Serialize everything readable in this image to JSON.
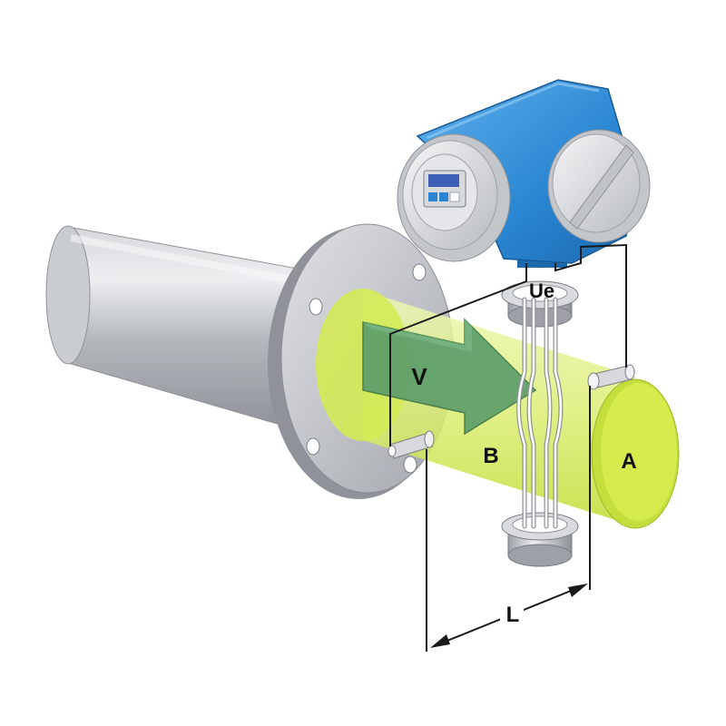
{
  "labels": {
    "velocity": "V",
    "voltage": "Ue",
    "magnetic_field": "B",
    "area": "A",
    "length": "L"
  },
  "colors": {
    "pipe_gray": "#a9adb2",
    "measuring_tube_yellow": "#d6ec4c",
    "flow_arrow_green": "#5e9e6a",
    "transmitter_blue": "#2a86d2",
    "wire_black": "#1a1a1a"
  },
  "icons": {
    "transmitter_display": "display-screen-icon",
    "flow_arrow": "flow-arrow-icon"
  }
}
